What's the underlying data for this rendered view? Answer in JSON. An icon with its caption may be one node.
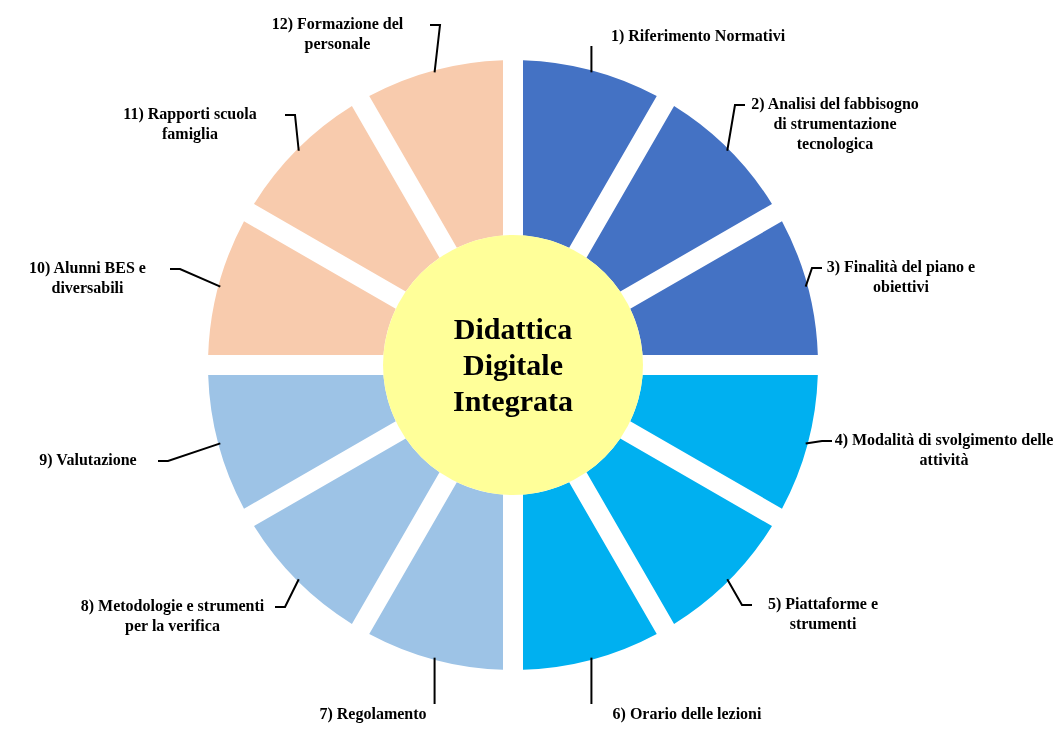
{
  "diagram": {
    "nodes": [
      {
        "text": [
          "Didattica Digitale Integrata"
        ]
      },
      {
        "text": [],
        "shape": "wedge"
      },
      {
        "text": [],
        "shape": "wedge"
      },
      {
        "text": [],
        "shape": "wedge"
      },
      {
        "text": [],
        "shape": "wedge"
      },
      {
        "text": [],
        "shape": "wedge"
      },
      {
        "text": [],
        "shape": "wedge"
      },
      {
        "text": [],
        "shape": "wedge"
      },
      {
        "text": [],
        "shape": "wedge"
      },
      {
        "text": [],
        "shape": "wedge"
      },
      {
        "text": [],
        "shape": "wedge"
      },
      {
        "text": [],
        "shape": "wedge"
      },
      {
        "text": [],
        "shape": "wedge"
      },
      {
        "text": [
          "1) Riferimento Normativi"
        ]
      },
      {
        "text": [
          "2) Analisi del fabbisogno di strumentazione tecnologica"
        ]
      },
      {
        "text": [
          "3) Finalità del piano e obiettivi"
        ]
      },
      {
        "text": [
          "4) Modalità di svolgimento delle attività"
        ]
      },
      {
        "text": [
          "5) Piattaforme e strumenti"
        ]
      },
      {
        "text": [
          "6) Orario delle lezioni"
        ]
      },
      {
        "text": [
          "7) Regolamento"
        ]
      },
      {
        "text": [
          "8) Metodologie e strumenti per la verifica"
        ]
      },
      {
        "text": [
          "9) Valutazione"
        ]
      },
      {
        "text": [
          "10) Alunni BES e diversabili"
        ]
      },
      {
        "text": [
          "11) Rapporti scuola famiglia"
        ]
      },
      {
        "text": [
          "12) Formazione del personale"
        ]
      }
    ],
    "edges": [
      {
        "from": 13,
        "to": 1,
        "arrow": "none"
      },
      {
        "from": 14,
        "to": 2,
        "arrow": "none"
      },
      {
        "from": 15,
        "to": 3,
        "arrow": "none"
      },
      {
        "from": 16,
        "to": 4,
        "arrow": "none"
      },
      {
        "from": 17,
        "to": 5,
        "arrow": "none"
      },
      {
        "from": 18,
        "to": 6,
        "arrow": "none"
      },
      {
        "from": 19,
        "to": 7,
        "arrow": "none"
      },
      {
        "from": 20,
        "to": 8,
        "arrow": "none"
      },
      {
        "from": 21,
        "to": 9,
        "arrow": "none"
      },
      {
        "from": 22,
        "to": 10,
        "arrow": "none"
      },
      {
        "from": 23,
        "to": 11,
        "arrow": "none"
      },
      {
        "from": 24,
        "to": 12,
        "arrow": "none"
      }
    ]
  }
}
